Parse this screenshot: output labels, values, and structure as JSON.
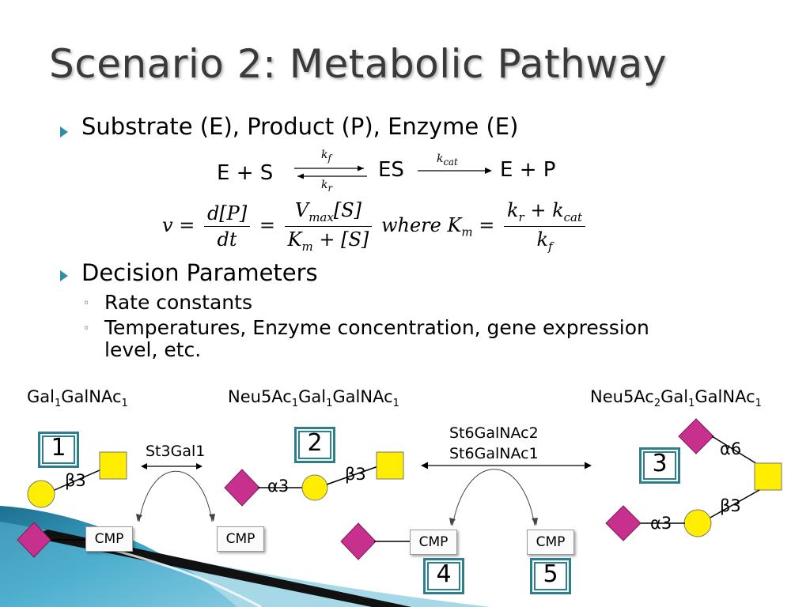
{
  "title": "Scenario 2: Metabolic Pathway",
  "bullets": {
    "b1": "Substrate (E), Product (P), Enzyme (E)",
    "b2": "Decision Parameters",
    "sub1": "Rate constants",
    "sub2_line1": "Temperatures, Enzyme concentration, gene expression",
    "sub2_line2": "level, etc."
  },
  "reaction": {
    "lhs": "E  +  S",
    "es": "ES",
    "rhs": "E  +  P",
    "kf": "k",
    "kf_sub": "f",
    "kr": "k",
    "kr_sub": "r",
    "kcat": "k",
    "kcat_sub": "cat"
  },
  "equation": {
    "v": "v =",
    "dP": "d[P]",
    "dt": "dt",
    "eq": "=",
    "vmax": "V",
    "vmax_sub": "max",
    "vmax_s": "[S]",
    "km": "K",
    "km_sub": "m",
    "km_plus": "+ [S]",
    "where": "where K",
    "where_sub": "m",
    "eq2": "=",
    "kr": "k",
    "kr_sub": "r",
    "plus": "+ k",
    "kcat_sub": "cat",
    "kf": "k",
    "kf_sub": "f"
  },
  "glycans": {
    "g1": {
      "a": "Gal",
      "a_sub": "1",
      "b": "GalNAc",
      "b_sub": "1"
    },
    "g2": {
      "a": "Neu5Ac",
      "a_sub": "1",
      "b": "Gal",
      "b_sub": "1",
      "c": "GalNAc",
      "c_sub": "1"
    },
    "g3": {
      "a": "Neu5Ac",
      "a_sub": "2",
      "b": "Gal",
      "b_sub": "1",
      "c": "GalNAc",
      "c_sub": "1"
    }
  },
  "numbers": [
    "1",
    "2",
    "3",
    "4",
    "5"
  ],
  "enzymes": {
    "e1": "St3Gal1",
    "e2_line1": "St6GalNAc2",
    "e2_line2": "St6GalNAc1"
  },
  "cmp": "CMP",
  "linkages": {
    "beta3": "β3",
    "alpha3": "α3",
    "alpha6": "α6"
  },
  "colors": {
    "accent": "#2e8fa6",
    "gal": "#ffee00",
    "neu5ac": "#c8308e",
    "box_border": "#2e7f8e"
  }
}
